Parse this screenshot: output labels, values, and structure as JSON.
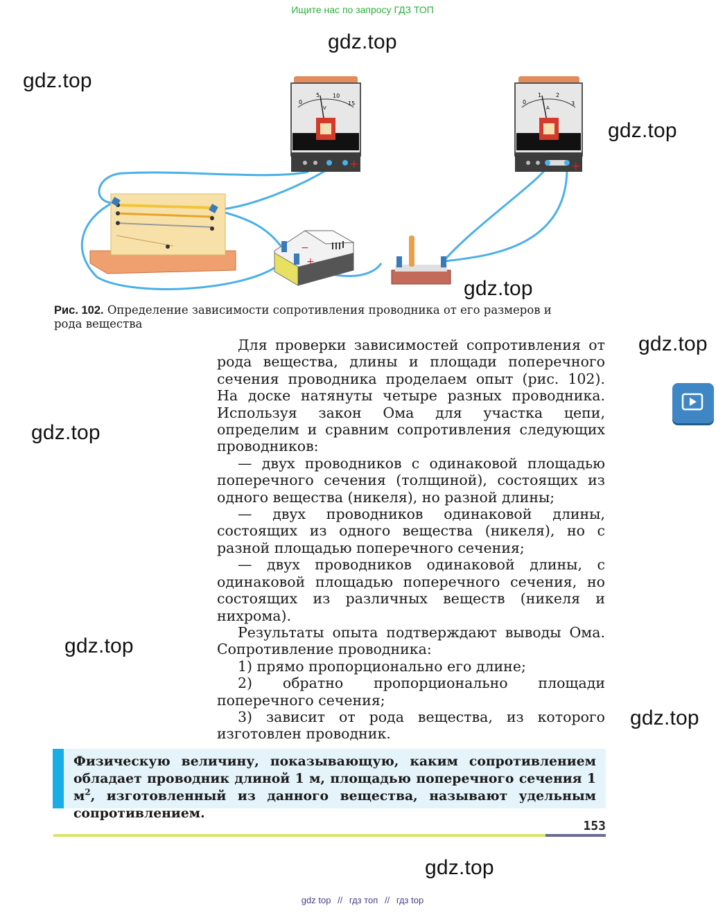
{
  "header": {
    "search_hint": "Ищите нас по запросу ГДЗ ТОП"
  },
  "watermark": {
    "text": "gdz.top"
  },
  "figure": {
    "voltmeter_scale": [
      "0",
      "5",
      "10",
      "15"
    ],
    "voltmeter_unit": "V",
    "ammeter_scale": [
      "0",
      "1",
      "2",
      "3"
    ],
    "ammeter_unit": "A",
    "plus_sign": "+",
    "minus_sign": "−",
    "wire_color": "#4ab0e6"
  },
  "caption": {
    "label": "Рис. 102.",
    "text": " Определение зависимости сопротивления проводника от его размеров и рода вещества"
  },
  "body": {
    "paragraphs": [
      "Для проверки зависимостей сопротивления от рода вещества, длины и площади поперечного сечения проводника проделаем опыт (рис. 102). На доске натянуты четыре разных проводника. Используя закон Ома для участка цепи, определим и сравним сопротивления следующих проводников:",
      "— двух проводников с одинаковой площадью поперечного сечения (толщиной), состоящих из одного вещества (никеля), но разной длины;",
      "— двух проводников одинаковой длины, состоящих из одного вещества (никеля), но с разной площадью поперечного сечения;",
      "— двух проводников одинаковой длины, с одинаковой площадью поперечного сечения, но состоящих из различных веществ (никеля и нихрома).",
      "Результаты опыта подтверждают выводы Ома. Сопротивление проводника:",
      "1) прямо пропорционально его длине;",
      "2) обратно пропорционально площади поперечного сечения;",
      "3) зависит от рода вещества, из которого изготовлен проводник."
    ]
  },
  "definition": {
    "text_before": "Физическую величину, показывающую, каким сопротивлением обладает проводник длиной 1 м, площадью поперечного сечения 1 м",
    "superscript": "2",
    "text_after": ", изготовленный из данного вещества, называют удельным сопротивлением."
  },
  "footer": {
    "page_number": "153",
    "links": [
      "gdz top",
      "гдз топ",
      "гдз top"
    ],
    "separator": "//"
  },
  "colors": {
    "accent_bar": "#19aee6",
    "definition_bg": "#e5f4fb",
    "rule_left": "#d7e46b",
    "rule_right": "#6a6a94",
    "play_button": "#3f86c4"
  }
}
